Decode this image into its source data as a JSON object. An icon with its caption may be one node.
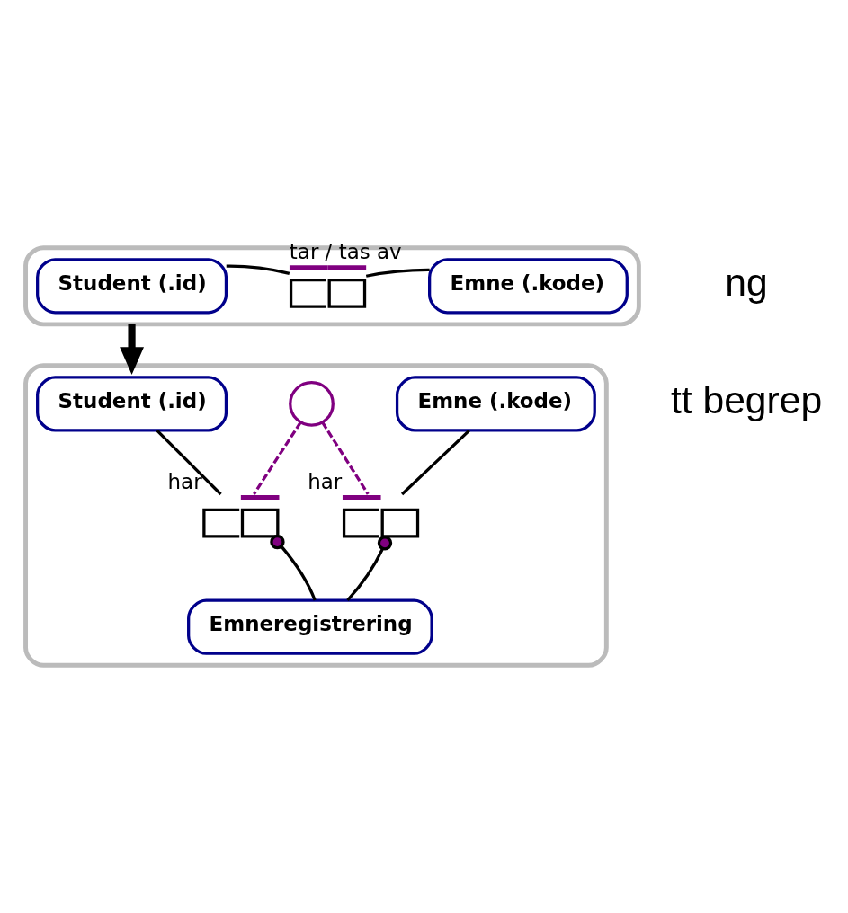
{
  "diagram": {
    "nodes": [
      {
        "text": [],
        "shape": "box"
      },
      {
        "text": [
          "Student (.id)"
        ],
        "in": 0
      },
      {
        "text": [],
        "shape": "box",
        "in": 0,
        "beside": [
          "tar / tas av"
        ]
      },
      {
        "text": [
          "Emne (.kode)"
        ],
        "in": 0
      },
      {
        "text": [],
        "shape": "box"
      },
      {
        "text": [
          "Student (.id)"
        ],
        "in": 4
      },
      {
        "text": [],
        "shape": "circle",
        "in": 4
      },
      {
        "text": [
          "Emne (.kode)"
        ],
        "in": 4
      },
      {
        "text": [],
        "shape": "box",
        "in": 4,
        "beside": [
          "har"
        ]
      },
      {
        "text": [],
        "shape": "box",
        "in": 4,
        "beside": [
          "har"
        ]
      },
      {
        "text": [
          "Emneregistrering"
        ],
        "in": 4
      }
    ],
    "edges": [
      {
        "from": 1,
        "to": 2,
        "arrow": "none"
      },
      {
        "from": 2,
        "to": 3,
        "arrow": "none"
      },
      {
        "from": 0,
        "to": 4,
        "arrow": "to",
        "style": "thick"
      },
      {
        "from": 5,
        "to": 8,
        "arrow": "none"
      },
      {
        "from": 6,
        "to": 8,
        "arrow": "none",
        "style": "dashed",
        "color": "#800080"
      },
      {
        "from": 6,
        "to": 9,
        "arrow": "none",
        "style": "dashed",
        "color": "#800080"
      },
      {
        "from": 7,
        "to": 9,
        "arrow": "none"
      },
      {
        "from": 10,
        "to": 8,
        "arrow": "other"
      },
      {
        "from": 10,
        "to": 9,
        "arrow": "other"
      }
    ],
    "labels": [
      "ng",
      "tt begrep"
    ]
  }
}
